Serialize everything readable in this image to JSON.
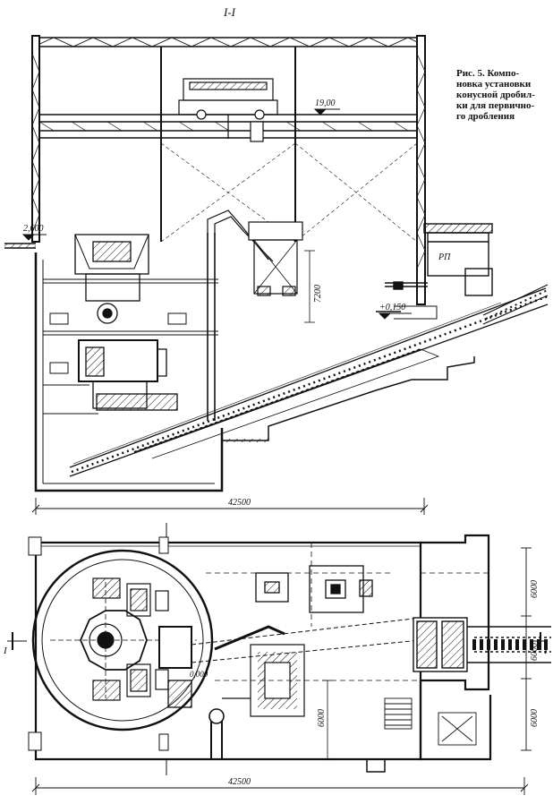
{
  "section_label": "I-I",
  "caption_lines": [
    "Рис. 5. Компо-",
    "новка установки",
    "конусной дробил-",
    "ки для первично-",
    "го дробления"
  ],
  "elevation_top": "19,00",
  "elevation_left": "2,600",
  "elevation_right": "+0,150",
  "dimension_vertical": "7200",
  "room_label": "РП",
  "dimension_section_width": "42500",
  "dimension_plan_width": "42500",
  "plan_dimensions_right": [
    "6000",
    "6000",
    "6000"
  ],
  "plan_dimension_inner": "6000",
  "plan_elevation": "0,000",
  "axis_marks": [
    "I",
    "I"
  ]
}
